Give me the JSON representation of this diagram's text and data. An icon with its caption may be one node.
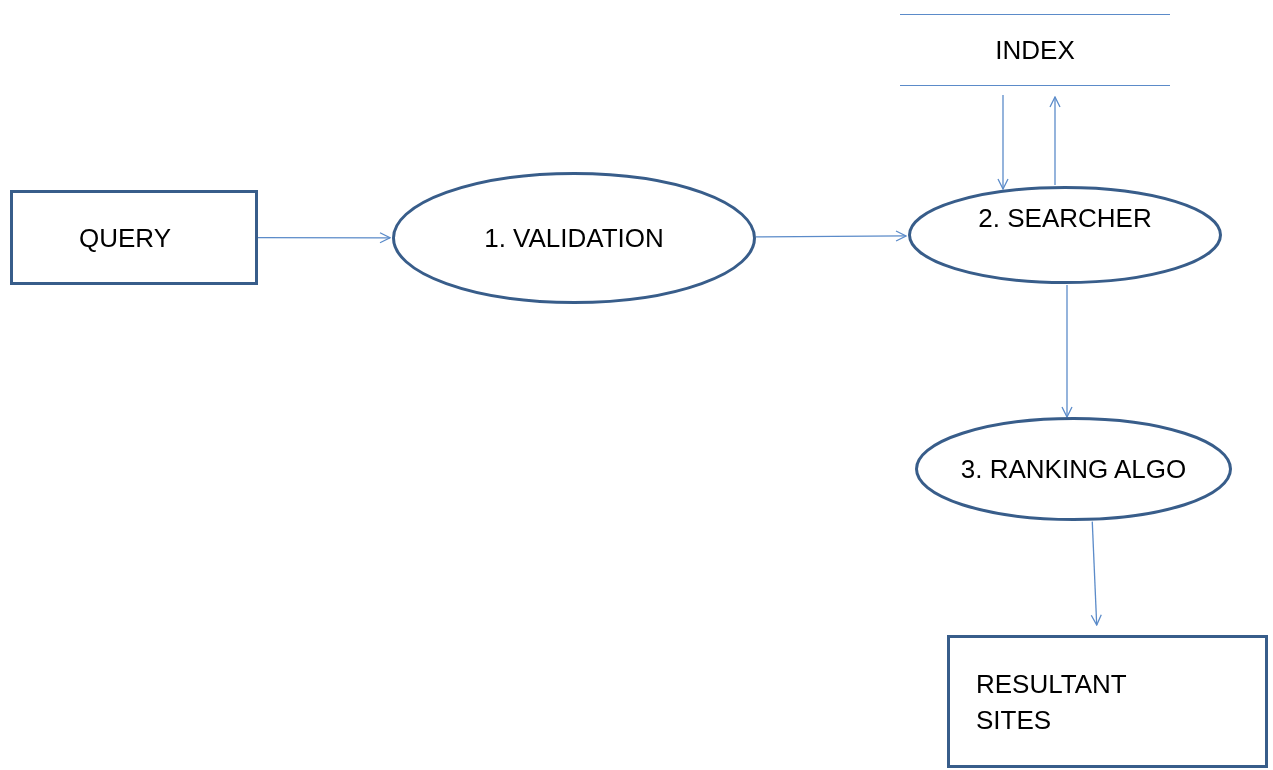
{
  "diagram": {
    "nodes": [
      {
        "text": [
          "QUERY"
        ]
      },
      {
        "text": [
          "1. VALIDATION"
        ]
      },
      {
        "text": [
          "INDEX"
        ]
      },
      {
        "text": [
          "2. SEARCHER"
        ]
      },
      {
        "text": [
          "3. RANKING ALGO"
        ]
      },
      {
        "text": [
          "RESULTANT SITES"
        ]
      }
    ],
    "edges": [
      {
        "from": 0,
        "to": 1,
        "arrow": "to"
      },
      {
        "from": 1,
        "to": 3,
        "arrow": "to"
      },
      {
        "from": 2,
        "to": 3,
        "arrow": "to"
      },
      {
        "from": 3,
        "to": 2,
        "arrow": "to"
      },
      {
        "from": 3,
        "to": 4,
        "arrow": "to"
      },
      {
        "from": 4,
        "to": 5,
        "arrow": "to"
      }
    ]
  }
}
